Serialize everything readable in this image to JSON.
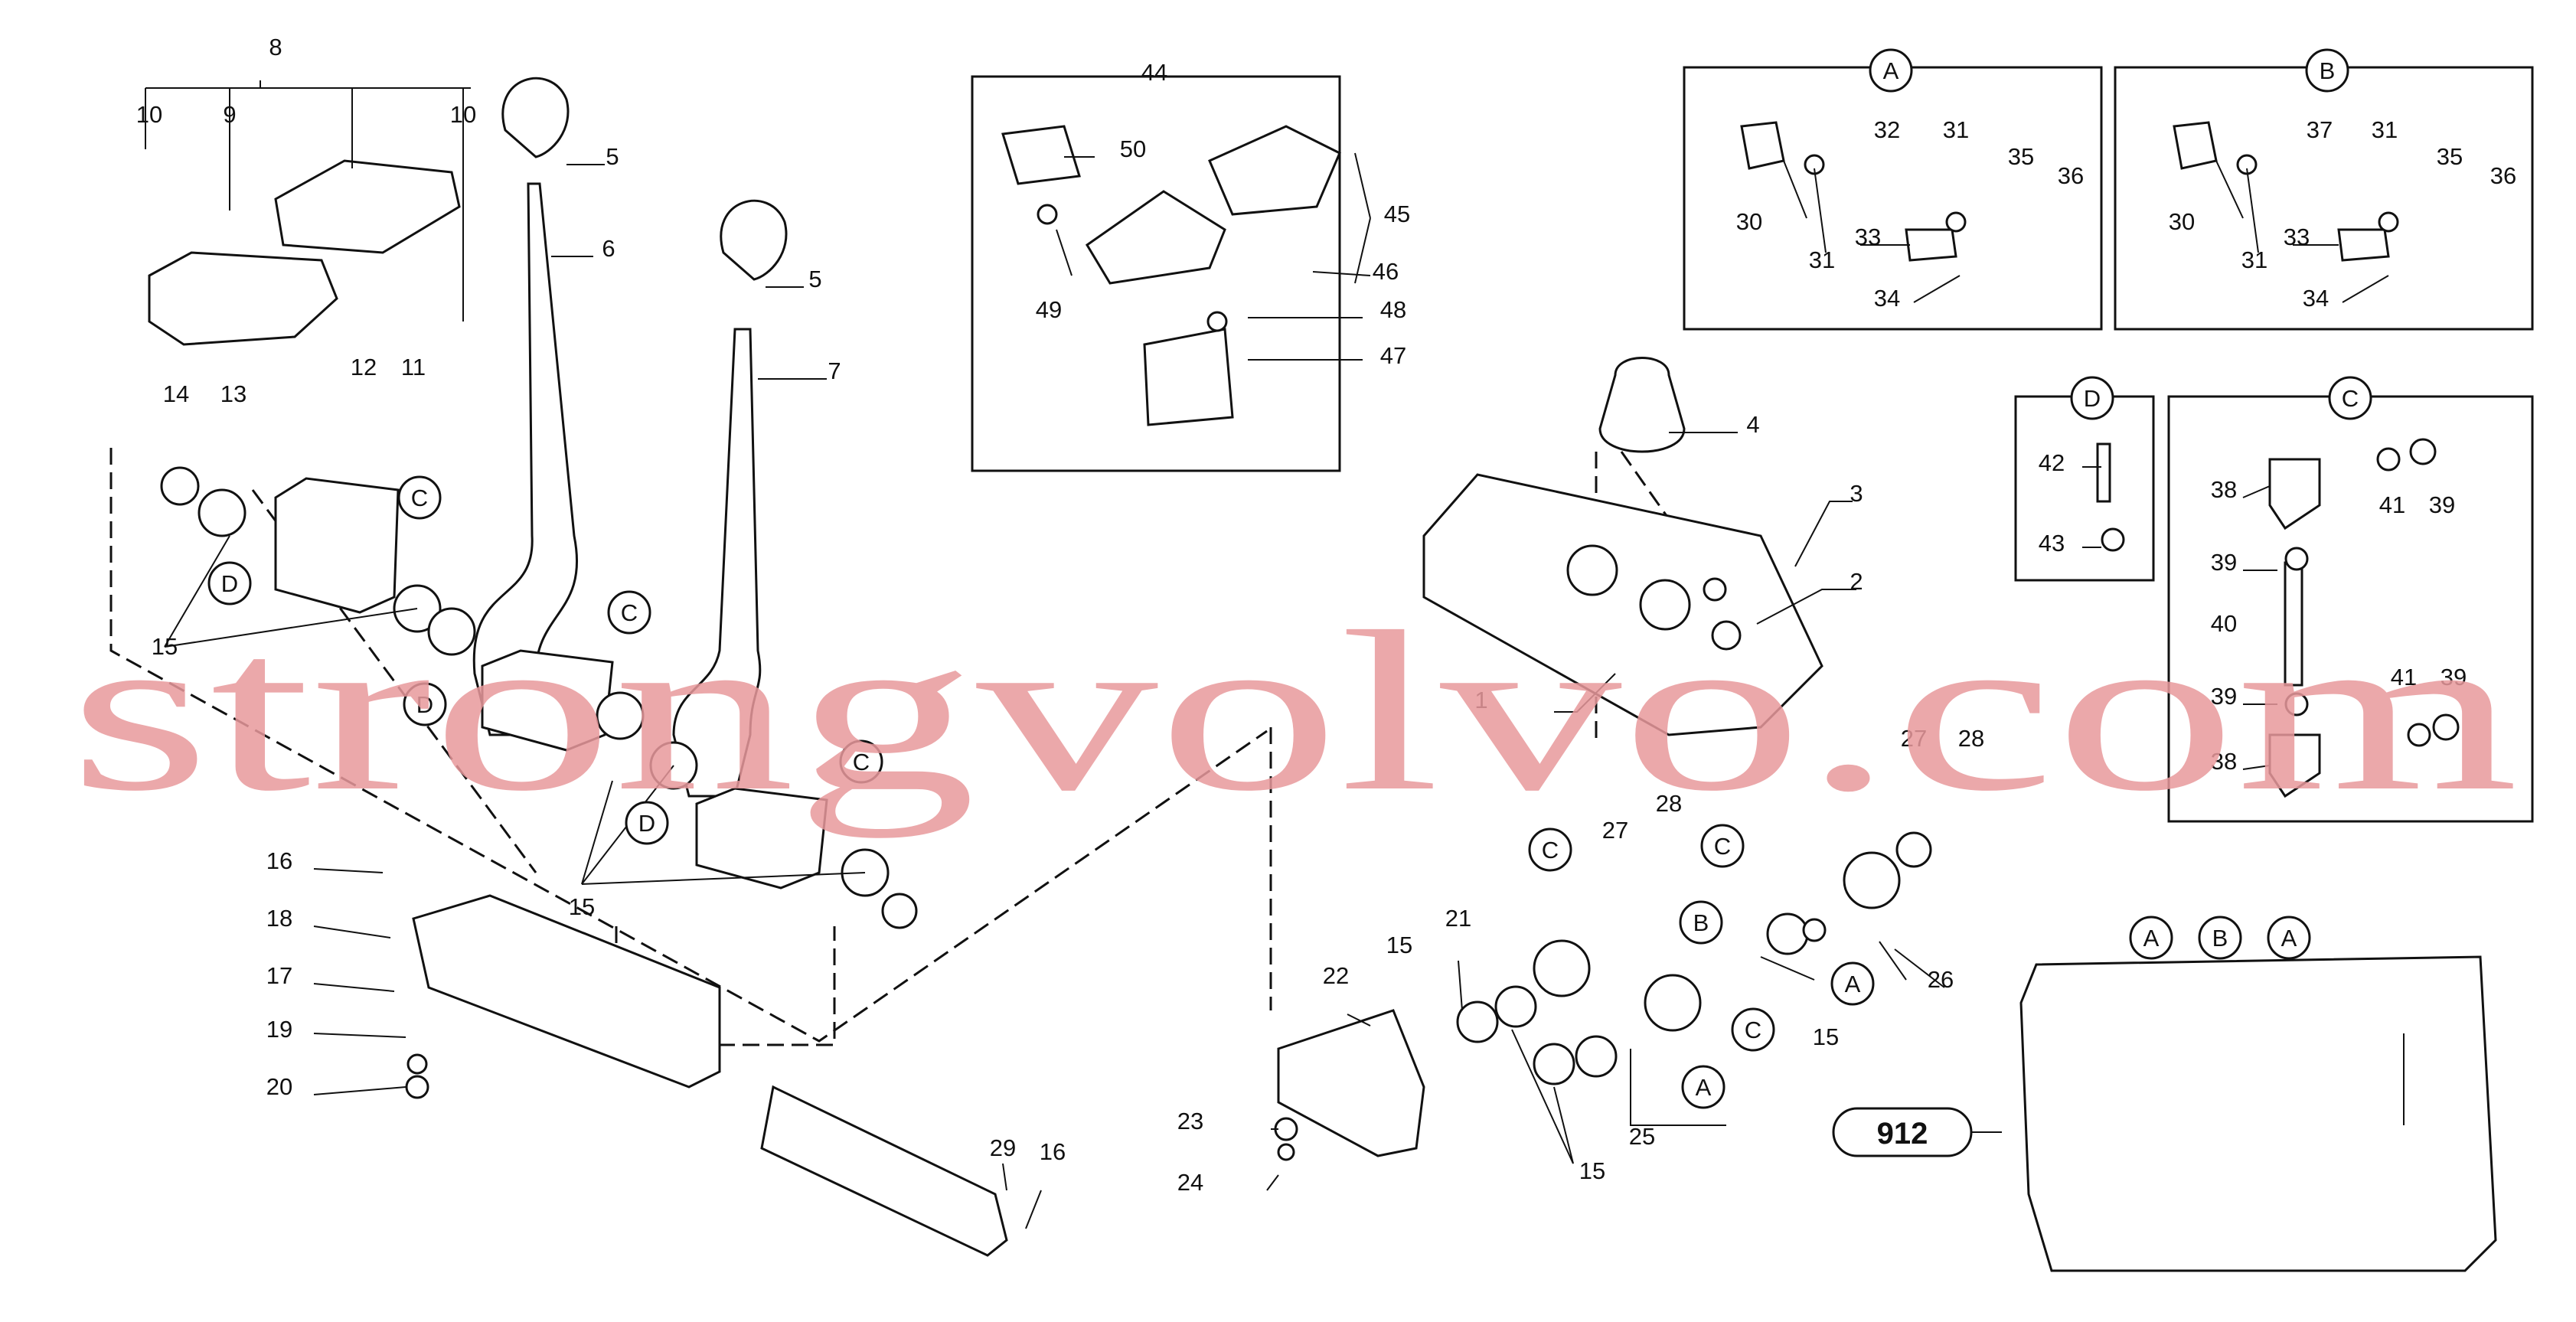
{
  "diagram": {
    "assembly_code": "912",
    "watermark": "strongvolvo.com",
    "detail_markers": [
      "A",
      "B",
      "C",
      "D"
    ],
    "part_numbers": [
      "1",
      "2",
      "3",
      "4",
      "5",
      "6",
      "7",
      "8",
      "9",
      "10",
      "11",
      "12",
      "13",
      "14",
      "15",
      "16",
      "17",
      "18",
      "19",
      "20",
      "21",
      "22",
      "23",
      "24",
      "25",
      "26",
      "27",
      "28",
      "29",
      "30",
      "31",
      "32",
      "33",
      "34",
      "35",
      "36",
      "37",
      "38",
      "39",
      "40",
      "41",
      "42",
      "43",
      "44",
      "45",
      "46",
      "47",
      "48",
      "49",
      "50"
    ]
  }
}
